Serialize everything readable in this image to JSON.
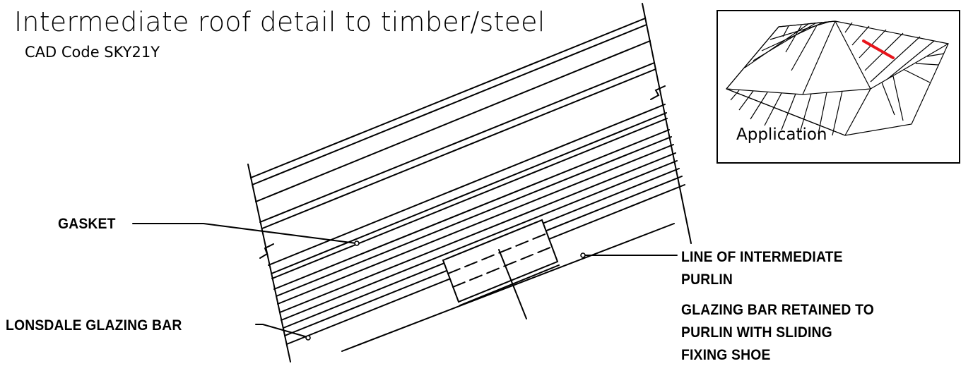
{
  "header": {
    "title": "Intermediate roof detail to timber/steel",
    "subtitle": "CAD Code SKY21Y"
  },
  "application_panel": {
    "label": "Application",
    "marker_color": "#e8141b"
  },
  "callouts": {
    "gasket": "GASKET",
    "lonsdale_glazing_bar": "LONSDALE GLAZING BAR",
    "line_of_intermediate_purlin_line1": "LINE OF INTERMEDIATE",
    "line_of_intermediate_purlin_line2": "PURLIN",
    "glazing_bar_retained_line1": "GLAZING BAR RETAINED TO",
    "glazing_bar_retained_line2": "PURLIN WITH SLIDING",
    "glazing_bar_retained_line3": "FIXING SHOE"
  }
}
